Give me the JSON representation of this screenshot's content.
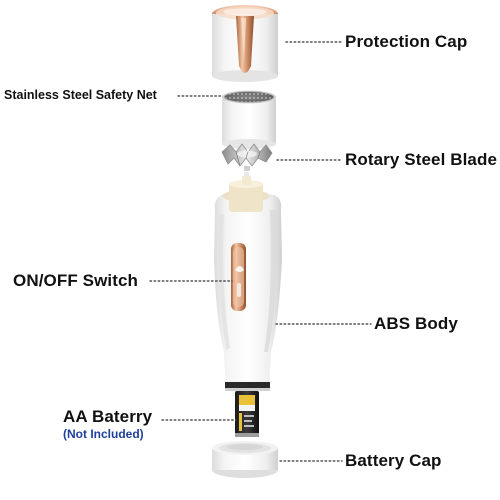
{
  "labels": {
    "protection_cap": "Protection Cap",
    "safety_net": "Stainless Steel Safety Net",
    "rotary_blade": "Rotary Steel Blade",
    "on_off_switch": "ON/OFF Switch",
    "abs_body": "ABS Body",
    "battery": "AA Baterry",
    "battery_note": "(Not Included)",
    "battery_cap": "Battery Cap"
  },
  "colors": {
    "accent_rose_gold": "#d69a78",
    "label_text": "#111111",
    "note_text": "#1f3f9a",
    "leader_line": "#555555",
    "body_white": "#f7f7f7"
  },
  "icons": [
    "product-photo",
    "rose-gold-cap-stripe",
    "rose-gold-switch",
    "aa-battery"
  ]
}
